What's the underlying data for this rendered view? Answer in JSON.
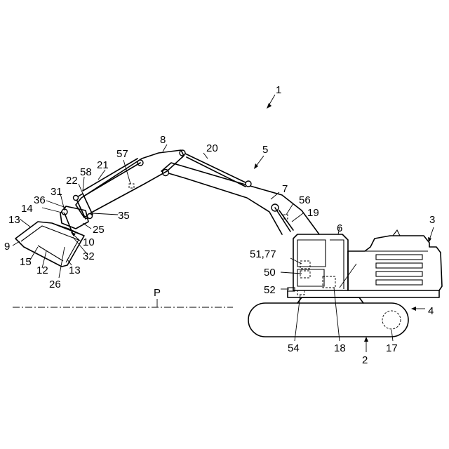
{
  "labels": {
    "l1": "1",
    "l2": "2",
    "l3": "3",
    "l4": "4",
    "l5": "5",
    "l6": "6",
    "l7": "7",
    "l8": "8",
    "l9": "9",
    "l10": "10",
    "l12": "12",
    "l13a": "13",
    "l13b": "13",
    "l14": "14",
    "l15": "15",
    "l17": "17",
    "l18": "18",
    "l19": "19",
    "l20": "20",
    "l21": "21",
    "l22": "22",
    "l25": "25",
    "l26": "26",
    "l31": "31",
    "l32": "32",
    "l35": "35",
    "l36": "36",
    "l50": "50",
    "l5177": "51,77",
    "l52": "52",
    "l54": "54",
    "l56": "56",
    "l57": "57",
    "l58": "58",
    "lP": "P"
  }
}
